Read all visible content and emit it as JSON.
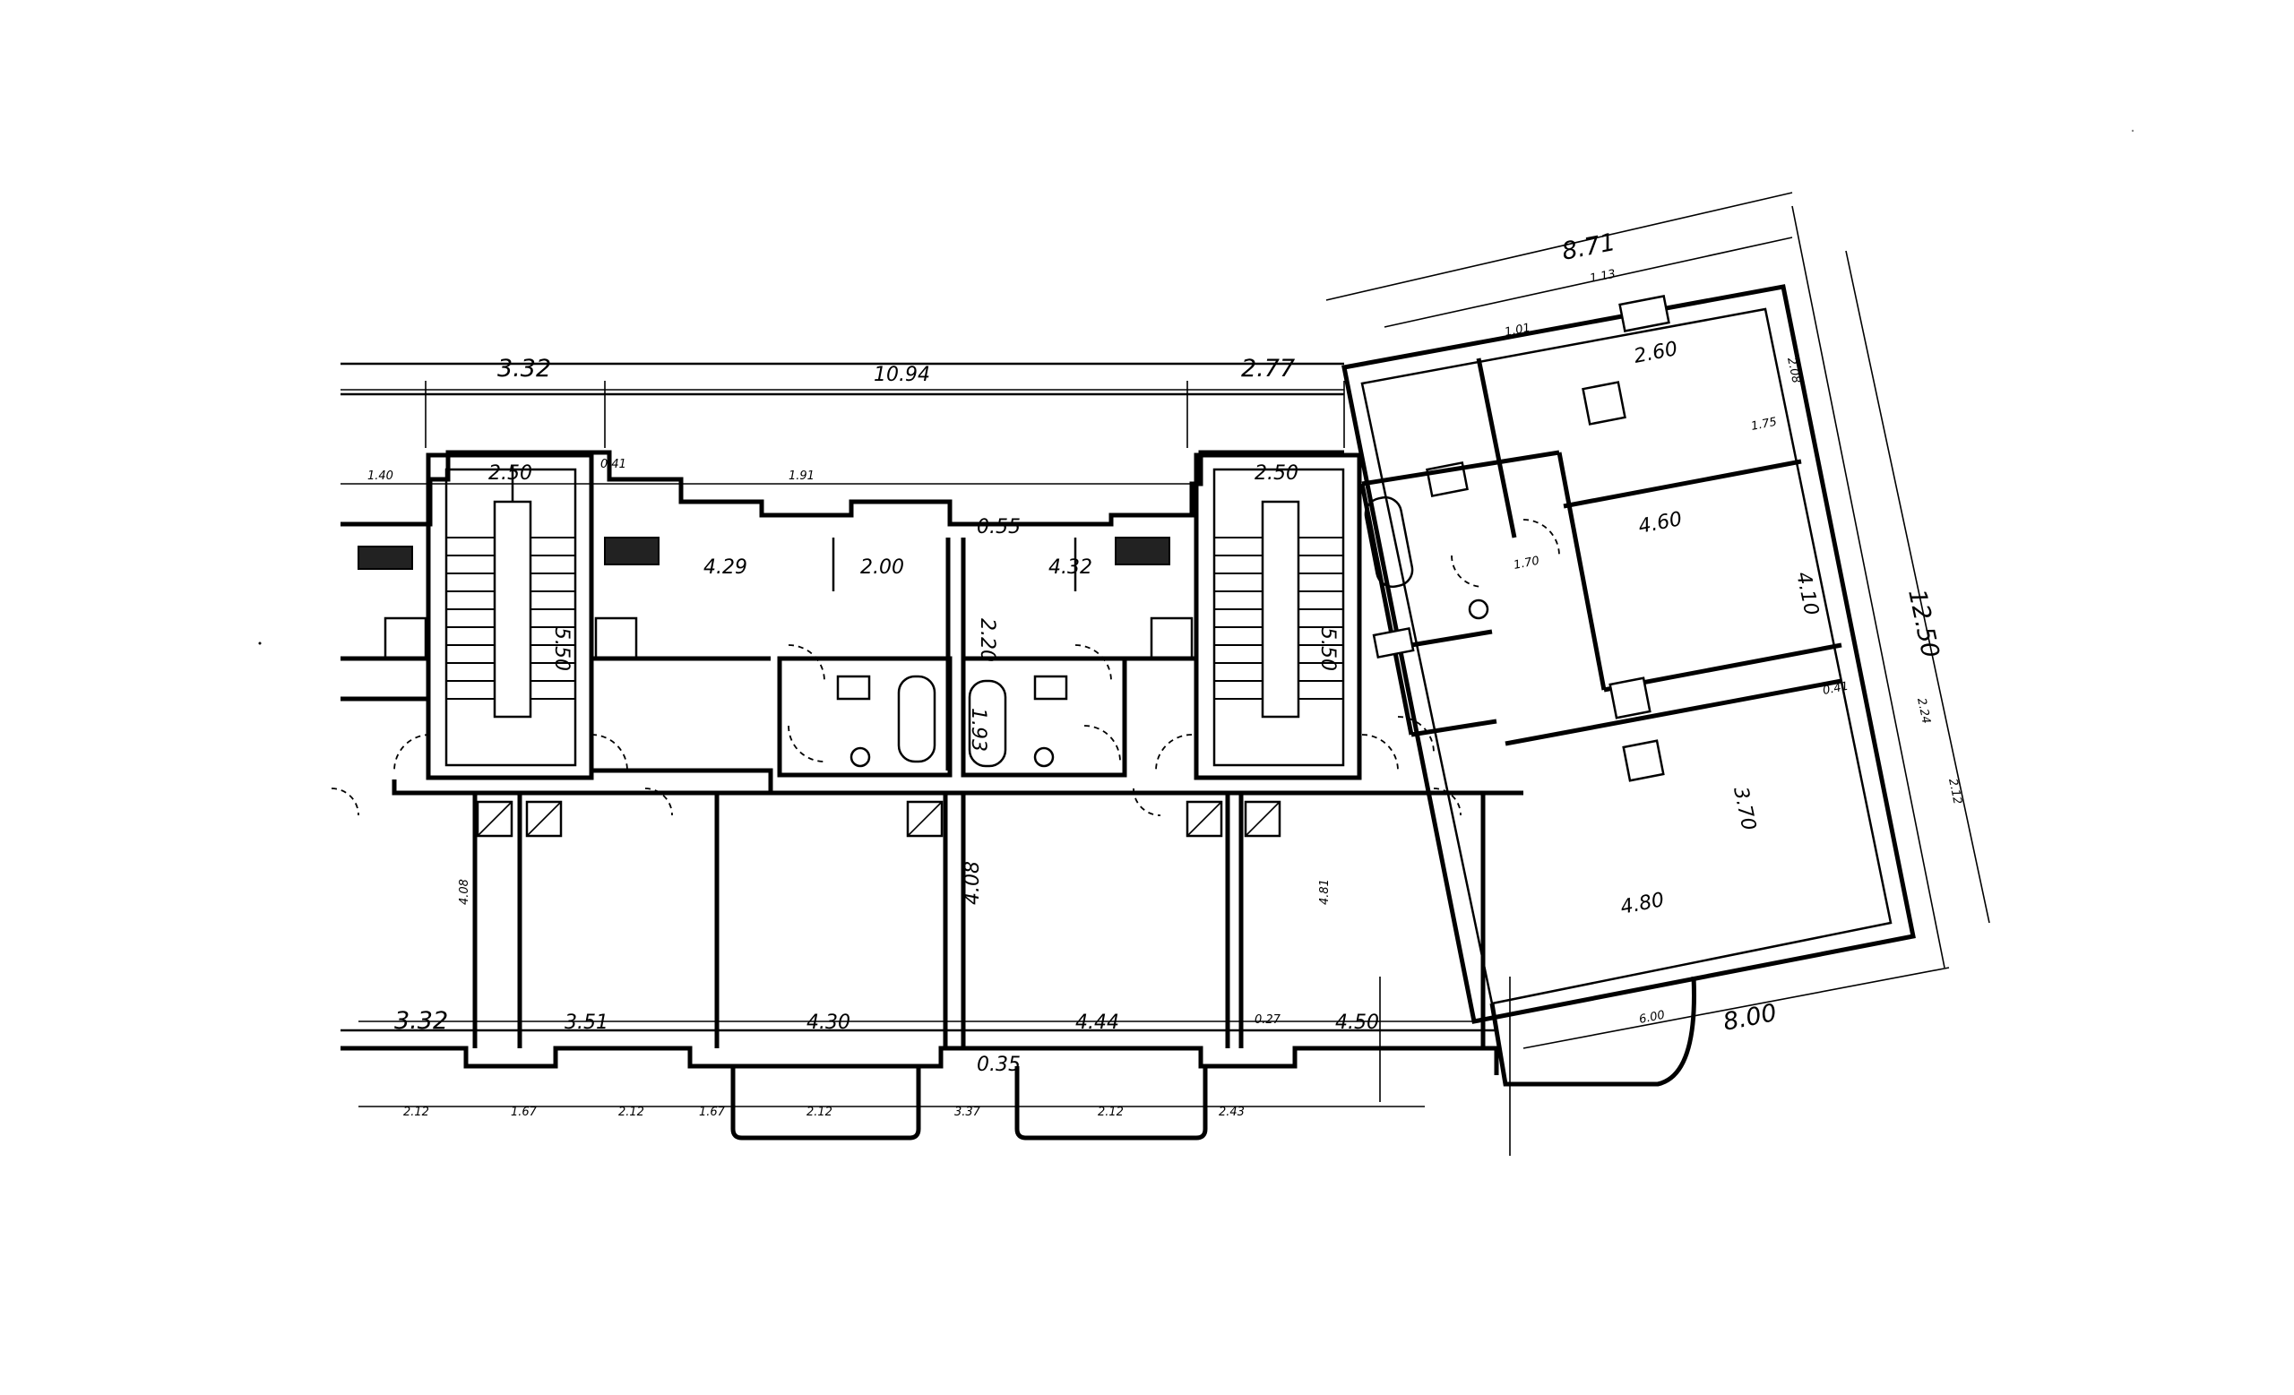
{
  "drawing": {
    "type": "architectural floor plan",
    "dimensions": {
      "top_overall": [
        "3.32",
        "10.94",
        "2.77"
      ],
      "right_wing_top": "8.71",
      "right_wing_side": "12.50",
      "right_wing_bottom": "8.00",
      "stair_width": "2.50",
      "stair_run": "5.50",
      "room_depths": [
        "4.29",
        "4.32",
        "2.00",
        "2.20",
        "1.93",
        "4.08",
        "4.08",
        "4.81",
        "3.70",
        "4.10",
        "2.08",
        "2.24",
        "2.12"
      ],
      "room_widths_bottom": [
        "3.32",
        "3.51",
        "4.30",
        "4.44",
        "4.50",
        "4.80",
        "4.60"
      ],
      "wall_thickness": [
        "0.41",
        "0.55",
        "0.27",
        "0.35",
        "0.41"
      ],
      "bottom_chain": [
        "2.12",
        "1.67",
        "2.12",
        "1.67",
        "2.12",
        "3.37",
        "2.12",
        "2.43"
      ],
      "misc": [
        "1.40",
        "1.91",
        "1.70",
        "1.75",
        "1.13",
        "1.01",
        "2.60",
        "6.00"
      ]
    }
  }
}
